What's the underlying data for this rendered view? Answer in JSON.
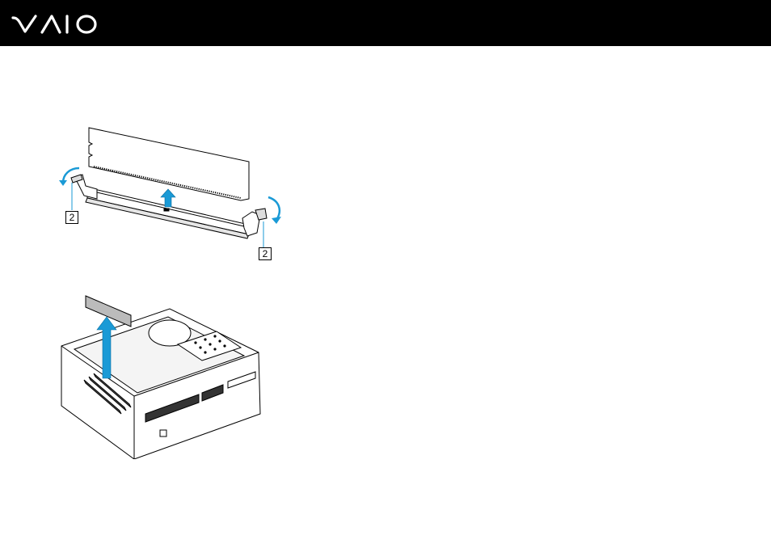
{
  "header": {
    "background": "#000000",
    "logo_icon": "vaio-logo",
    "logo_color": "#ffffff"
  },
  "figures": {
    "memory_removal": {
      "callout_left": "2",
      "callout_right": "2",
      "arrow_color": "#1a9ad6"
    },
    "chassis_removal": {
      "arrow_color": "#1a9ad6"
    }
  }
}
